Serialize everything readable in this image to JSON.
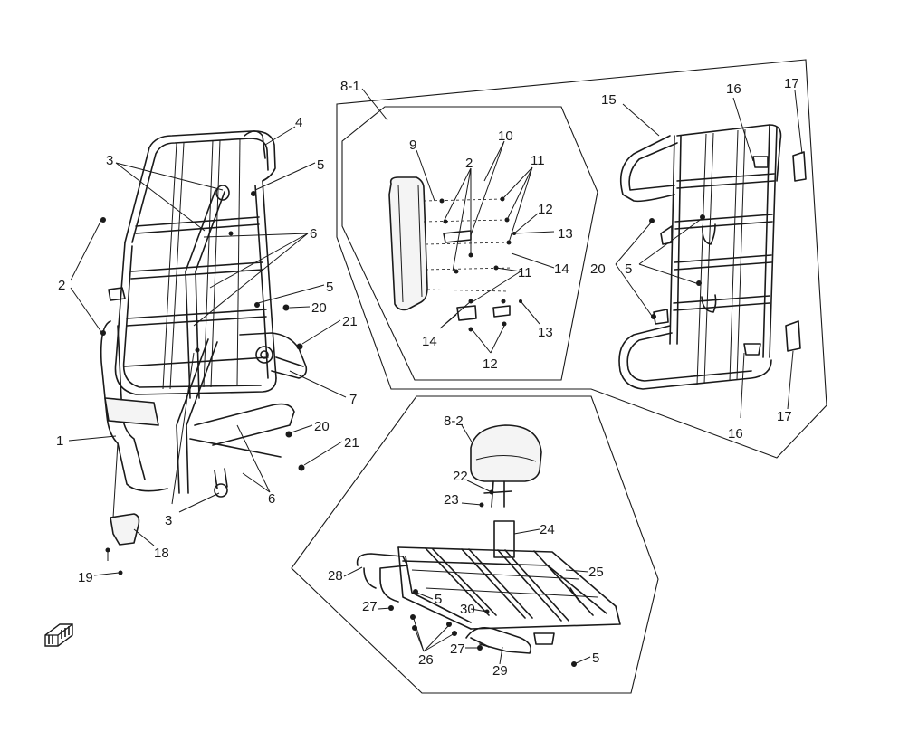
{
  "labels": {
    "group_8_1": "8-1",
    "group_8_2": "8-2",
    "p1": "1",
    "p2": "2",
    "p3": "3",
    "p4": "4",
    "p5": "5",
    "p6": "6",
    "p7": "7",
    "p9": "9",
    "p10": "10",
    "p11": "11",
    "p12": "12",
    "p13": "13",
    "p14": "14",
    "p15": "15",
    "p16": "16",
    "p17": "17",
    "p18": "18",
    "p19": "19",
    "p20": "20",
    "p21": "21",
    "p22": "22",
    "p23": "23",
    "p24": "24",
    "p25": "25",
    "p26": "26",
    "p27": "27",
    "p28": "28",
    "p29": "29",
    "p30": "30"
  },
  "icons": {
    "orientation": "front-direction-arrow-icon"
  }
}
